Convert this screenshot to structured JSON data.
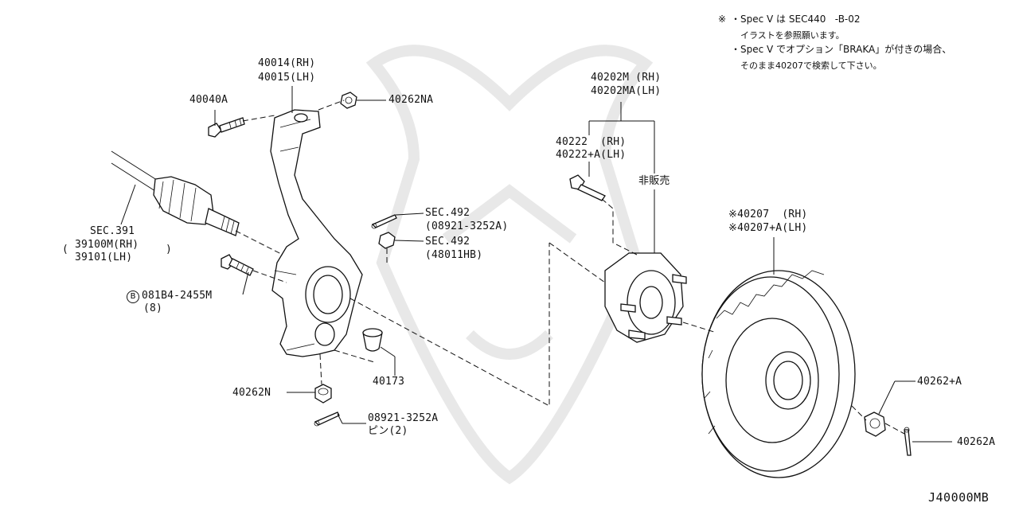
{
  "diagram_ref": "J40000MB",
  "notes": {
    "note1_symbol": "※",
    "note1_line1": "・Spec V は SEC440   -B-02",
    "note1_line2": "イラストを参照願います。",
    "note2_line1": "・Spec V でオプション「BRAKA」が付きの場合、",
    "note2_line2": "そのまま40207で検索して下さい。"
  },
  "labels": {
    "knuckle_rh": "40014(RH)",
    "knuckle_lh": "40015(LH)",
    "bolt_40040a": "40040A",
    "nut_40262na": "40262NA",
    "sec391": "SEC.391",
    "driveshaft_rh": "39100M(RH)",
    "driveshaft_lh": "39101(LH)",
    "paren_open": "(",
    "paren_close": ")",
    "bolt_circle_letter": "B",
    "bolt_081b4": "081B4-2455M",
    "bolt_081b4_qty": "(8)",
    "sec492_a": "SEC.492",
    "sec492_a_sub": "(08921-3252A)",
    "sec492_b": "SEC.492",
    "sec492_b_sub": "(48011HB)",
    "cap_40173": "40173",
    "nut_40262n": "40262N",
    "pin_08921": "08921-3252A",
    "pin_08921_qty": "ピン(2)",
    "hub_rh": "40202M (RH)",
    "hub_lh": "40202MA(LH)",
    "stud_rh": "40222  (RH)",
    "stud_lh": "40222+A(LH)",
    "not_sold": "非販売",
    "rotor_rh": "※40207  (RH)",
    "rotor_lh": "※40207+A(LH)",
    "nut_40262a_plus": "40262+A",
    "pin_40262a": "40262A"
  }
}
